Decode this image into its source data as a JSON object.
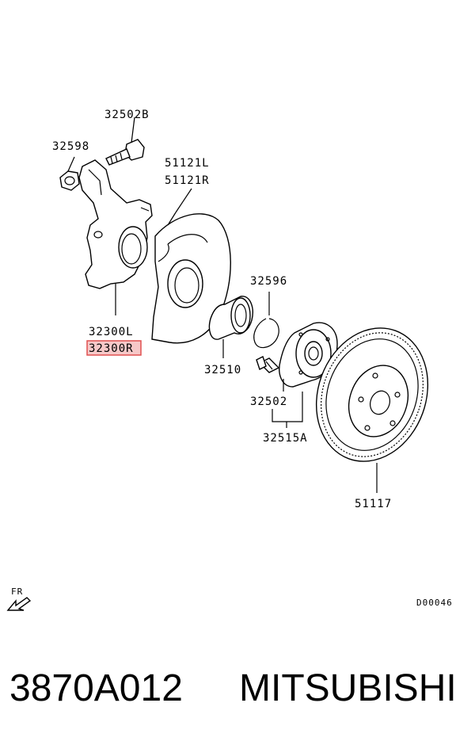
{
  "labels": {
    "p32502B": "32502B",
    "p32598": "32598",
    "p51121L": "51121L",
    "p51121R": "51121R",
    "p32596": "32596",
    "p32300L": "32300L",
    "p32300R": "32300R",
    "p32510": "32510",
    "p32502": "32502",
    "p32515A": "32515A",
    "p51117": "51117"
  },
  "front_marker": "FR",
  "diagram_code": "D00046",
  "part_number": "3870A012",
  "brand": "MITSUBISHI",
  "colors": {
    "highlight_border": "#e05050",
    "highlight_fill": "#f6c8c8"
  }
}
